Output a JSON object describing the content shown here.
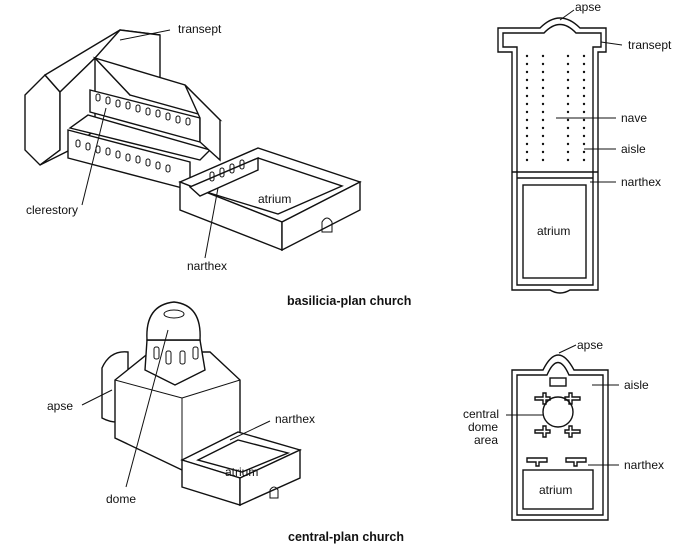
{
  "basilica": {
    "caption": "basilicia-plan church",
    "iso_labels": {
      "transept": "transept",
      "clerestory": "clerestory",
      "atrium": "atrium",
      "narthex": "narthex"
    },
    "plan_labels": {
      "apse": "apse",
      "transept": "transept",
      "nave": "nave",
      "aisle": "aisle",
      "narthex": "narthex",
      "atrium": "atrium"
    }
  },
  "central": {
    "caption": "central-plan church",
    "iso_labels": {
      "apse": "apse",
      "dome": "dome",
      "narthex": "narthex",
      "atrium": "atrium"
    },
    "plan_labels": {
      "apse": "apse",
      "aisle": "aisle",
      "central_dome_area_line1": "central",
      "central_dome_area_line2": "dome",
      "central_dome_area_line3": "area",
      "narthex": "narthex",
      "atrium": "atrium"
    }
  }
}
